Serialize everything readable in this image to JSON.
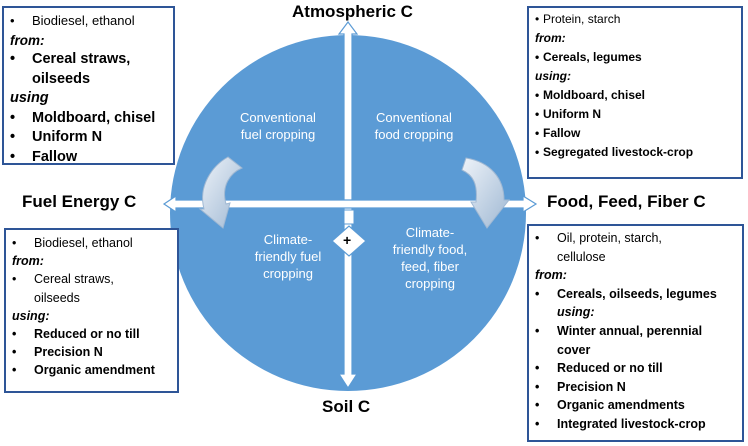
{
  "axes": {
    "top": "Atmospheric C",
    "bottom": "Soil C",
    "left": "Fuel Energy C",
    "right": "Food, Feed, Fiber C"
  },
  "quadrants": {
    "top_left": [
      "Conventional",
      "fuel cropping"
    ],
    "top_right": [
      "Conventional",
      "food  cropping"
    ],
    "bottom_left": [
      "Climate-",
      "friendly fuel",
      "cropping"
    ],
    "bottom_right": [
      "Climate-",
      "friendly food,",
      "feed, fiber",
      "cropping"
    ]
  },
  "center_symbol": "+",
  "boxes": {
    "top_left": {
      "product": "Biodiesel, ethanol",
      "from_label": "from:",
      "sources": [
        "Cereal straws,",
        "oilseeds"
      ],
      "using_label": "using",
      "practices": [
        "Moldboard, chisel",
        "Uniform N",
        "Fallow"
      ]
    },
    "top_right": {
      "product": "Protein, starch",
      "from_label": "from:",
      "sources": "Cereals, legumes",
      "using_label": "using:",
      "practices": [
        "Moldboard,  chisel",
        "Uniform N",
        "Fallow",
        "Segregated livestock-crop"
      ]
    },
    "bottom_left": {
      "product": "Biodiesel, ethanol",
      "from_label": "from:",
      "sources": [
        "Cereal straws,",
        "oilseeds"
      ],
      "using_label": "using:",
      "practices": [
        "Reduced or no till",
        "Precision N",
        "Organic amendment"
      ]
    },
    "bottom_right": {
      "product": [
        "Oil, protein, starch,",
        "cellulose"
      ],
      "from_label": "from:",
      "sources": "Cereals, oilseeds, legumes",
      "using_label": "using:",
      "practices": [
        "Winter annual, perennial",
        "cover",
        "Reduced or no till",
        "Precision N",
        "Organic amendments",
        "Integrated livestock-crop"
      ]
    }
  },
  "colors": {
    "circle": "#5b9bd5",
    "arrow_fill": "#ffffff",
    "arrow_stroke": "#5b9bd5",
    "box_border": "#2e5597",
    "curved_arrow_light": "#dfe8f3",
    "curved_arrow_dark": "#a9c0d8"
  }
}
